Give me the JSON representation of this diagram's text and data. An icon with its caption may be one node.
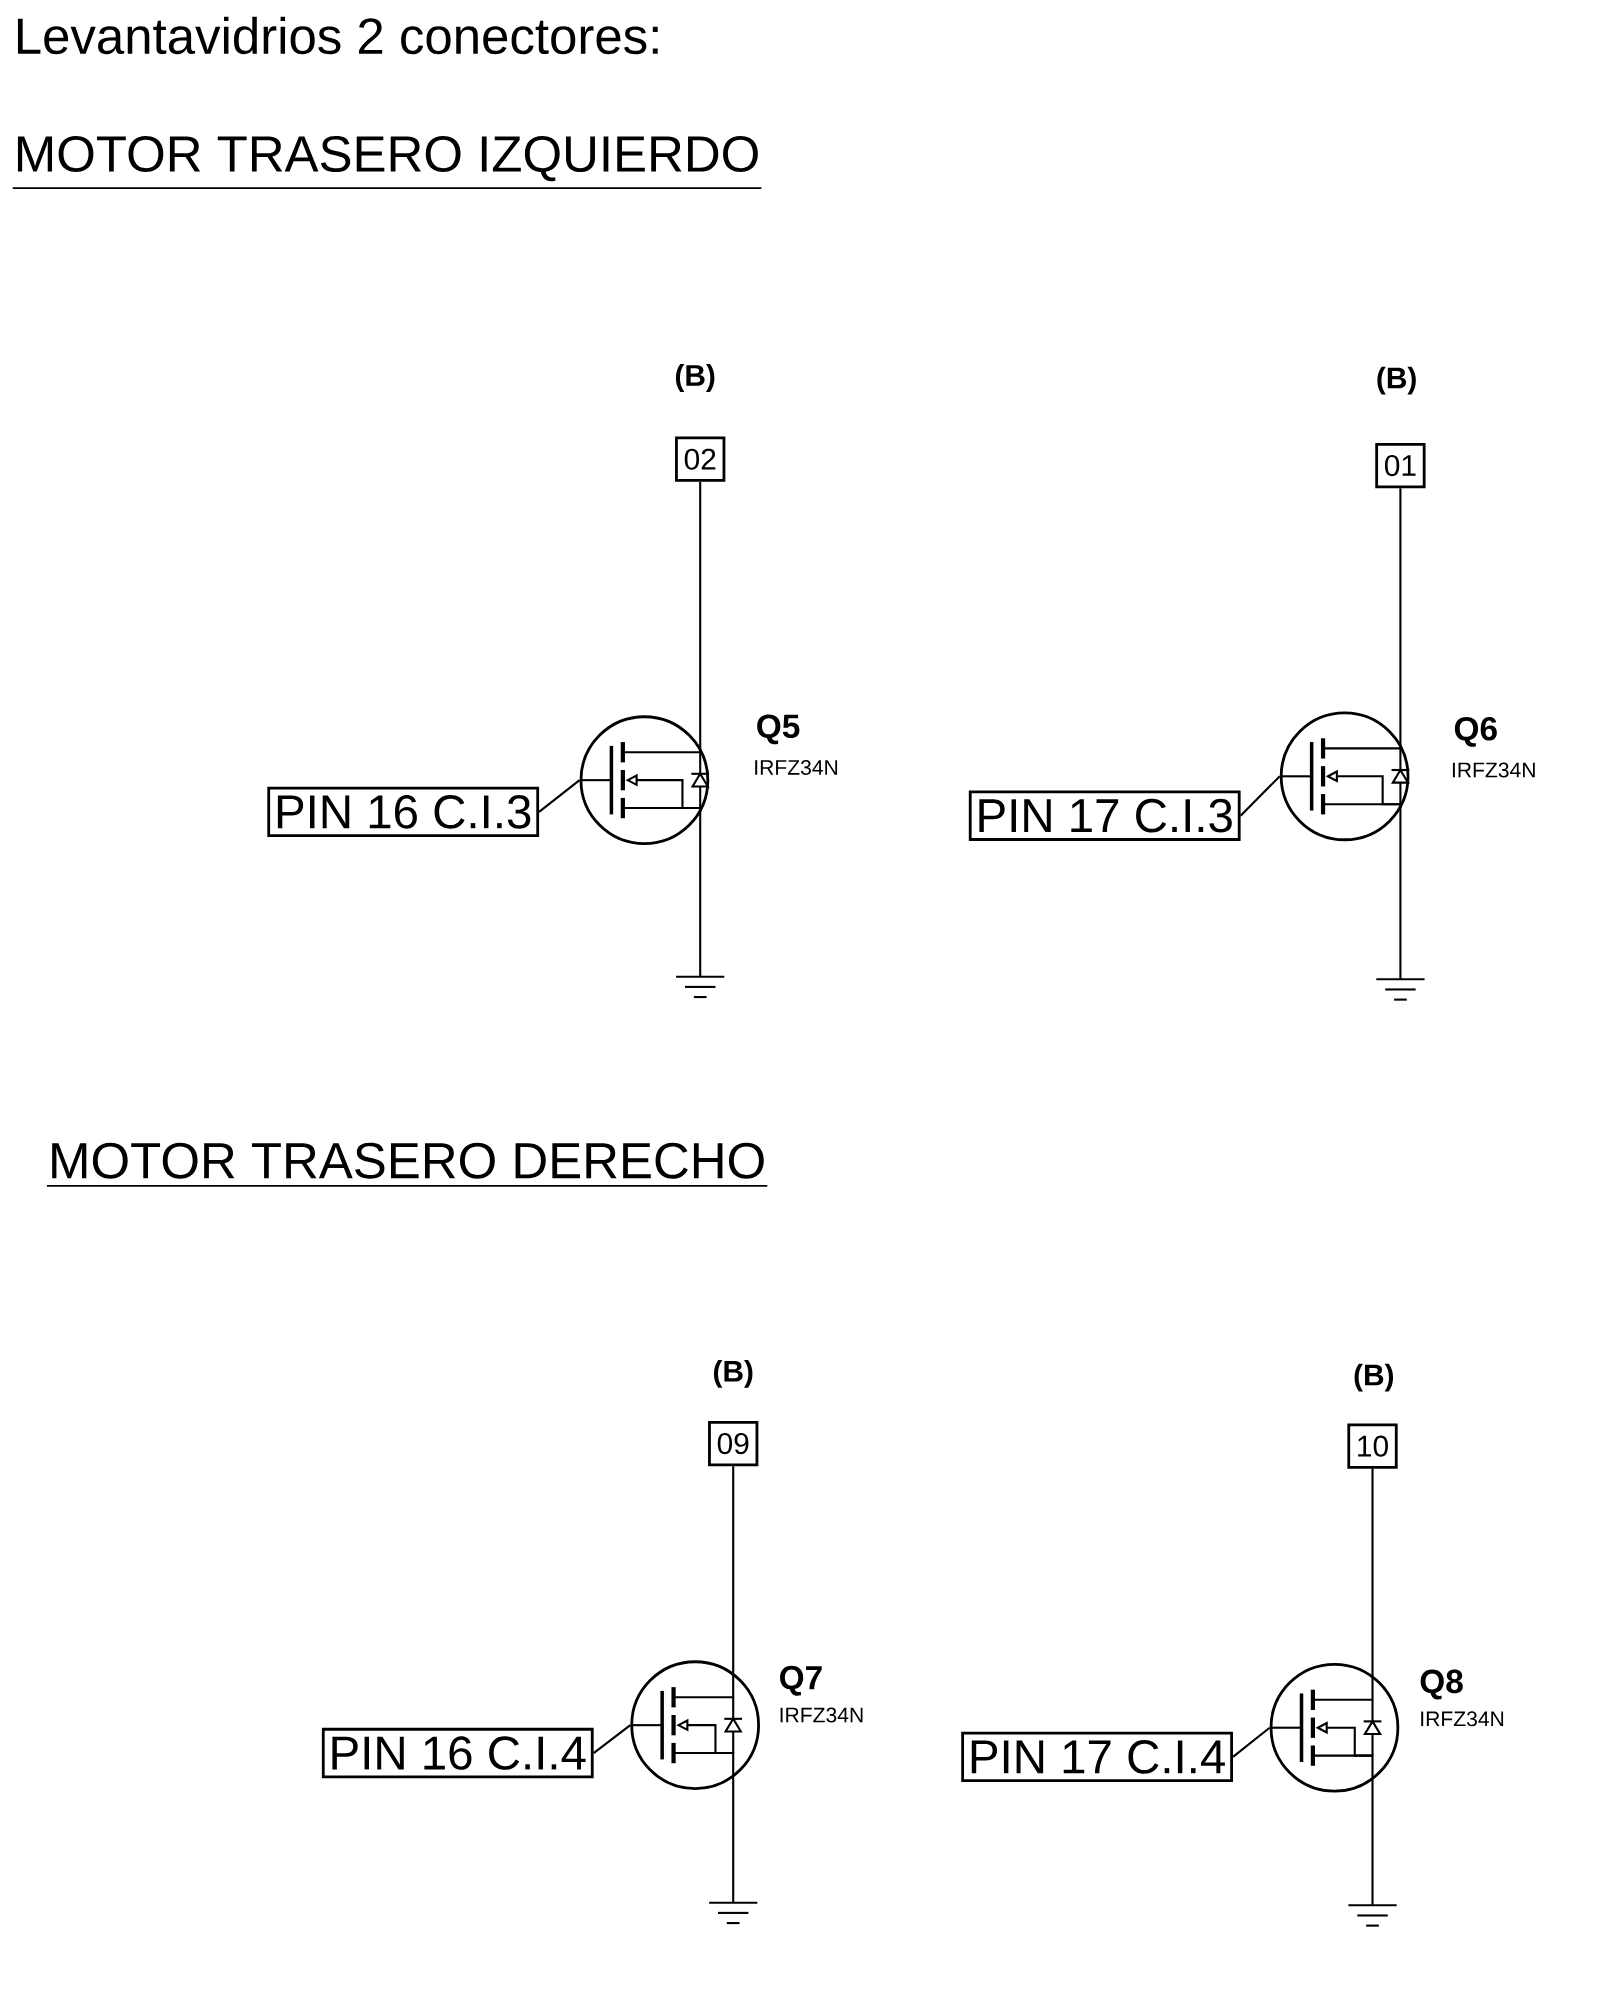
{
  "diagram": {
    "title": "Levantavidrios 2 conectores:",
    "nodes": [
      {
        "text": [
          "02"
        ],
        "beside": [
          "(B)"
        ]
      },
      {
        "text": [
          "PIN 16 C.I.3"
        ]
      },
      {
        "text": [],
        "shape": "circle",
        "beside": [
          "Q5",
          "IRFZ34N"
        ]
      },
      {
        "text": [],
        "shape": "ground"
      },
      {
        "text": [
          "01"
        ],
        "beside": [
          "(B)"
        ]
      },
      {
        "text": [
          "PIN 17 C.I.3"
        ]
      },
      {
        "text": [],
        "shape": "circle",
        "beside": [
          "Q6",
          "IRFZ34N"
        ]
      },
      {
        "text": [],
        "shape": "ground"
      },
      {
        "text": [
          "09"
        ],
        "beside": [
          "(B)"
        ]
      },
      {
        "text": [
          "PIN 16 C.I.4"
        ]
      },
      {
        "text": [],
        "shape": "circle",
        "beside": [
          "Q7",
          "IRFZ34N"
        ]
      },
      {
        "text": [],
        "shape": "ground"
      },
      {
        "text": [
          "10"
        ],
        "beside": [
          "(B)"
        ]
      },
      {
        "text": [
          "PIN 17 C.I.4"
        ]
      },
      {
        "text": [],
        "shape": "circle",
        "beside": [
          "Q8",
          "IRFZ34N"
        ]
      },
      {
        "text": [],
        "shape": "ground"
      }
    ],
    "edges": [
      {
        "from": 0,
        "to": 2,
        "arrow": "none"
      },
      {
        "from": 1,
        "to": 2,
        "arrow": "none"
      },
      {
        "from": 2,
        "to": 3,
        "arrow": "none"
      },
      {
        "from": 4,
        "to": 6,
        "arrow": "none"
      },
      {
        "from": 5,
        "to": 6,
        "arrow": "none"
      },
      {
        "from": 6,
        "to": 7,
        "arrow": "none"
      },
      {
        "from": 8,
        "to": 10,
        "arrow": "none"
      },
      {
        "from": 9,
        "to": 10,
        "arrow": "none"
      },
      {
        "from": 10,
        "to": 11,
        "arrow": "none"
      },
      {
        "from": 12,
        "to": 14,
        "arrow": "none"
      },
      {
        "from": 13,
        "to": 14,
        "arrow": "none"
      },
      {
        "from": 14,
        "to": 15,
        "arrow": "none"
      }
    ],
    "labels": [
      "MOTOR TRASERO IZQUIERDO",
      "MOTOR TRASERO DERECHO"
    ]
  }
}
